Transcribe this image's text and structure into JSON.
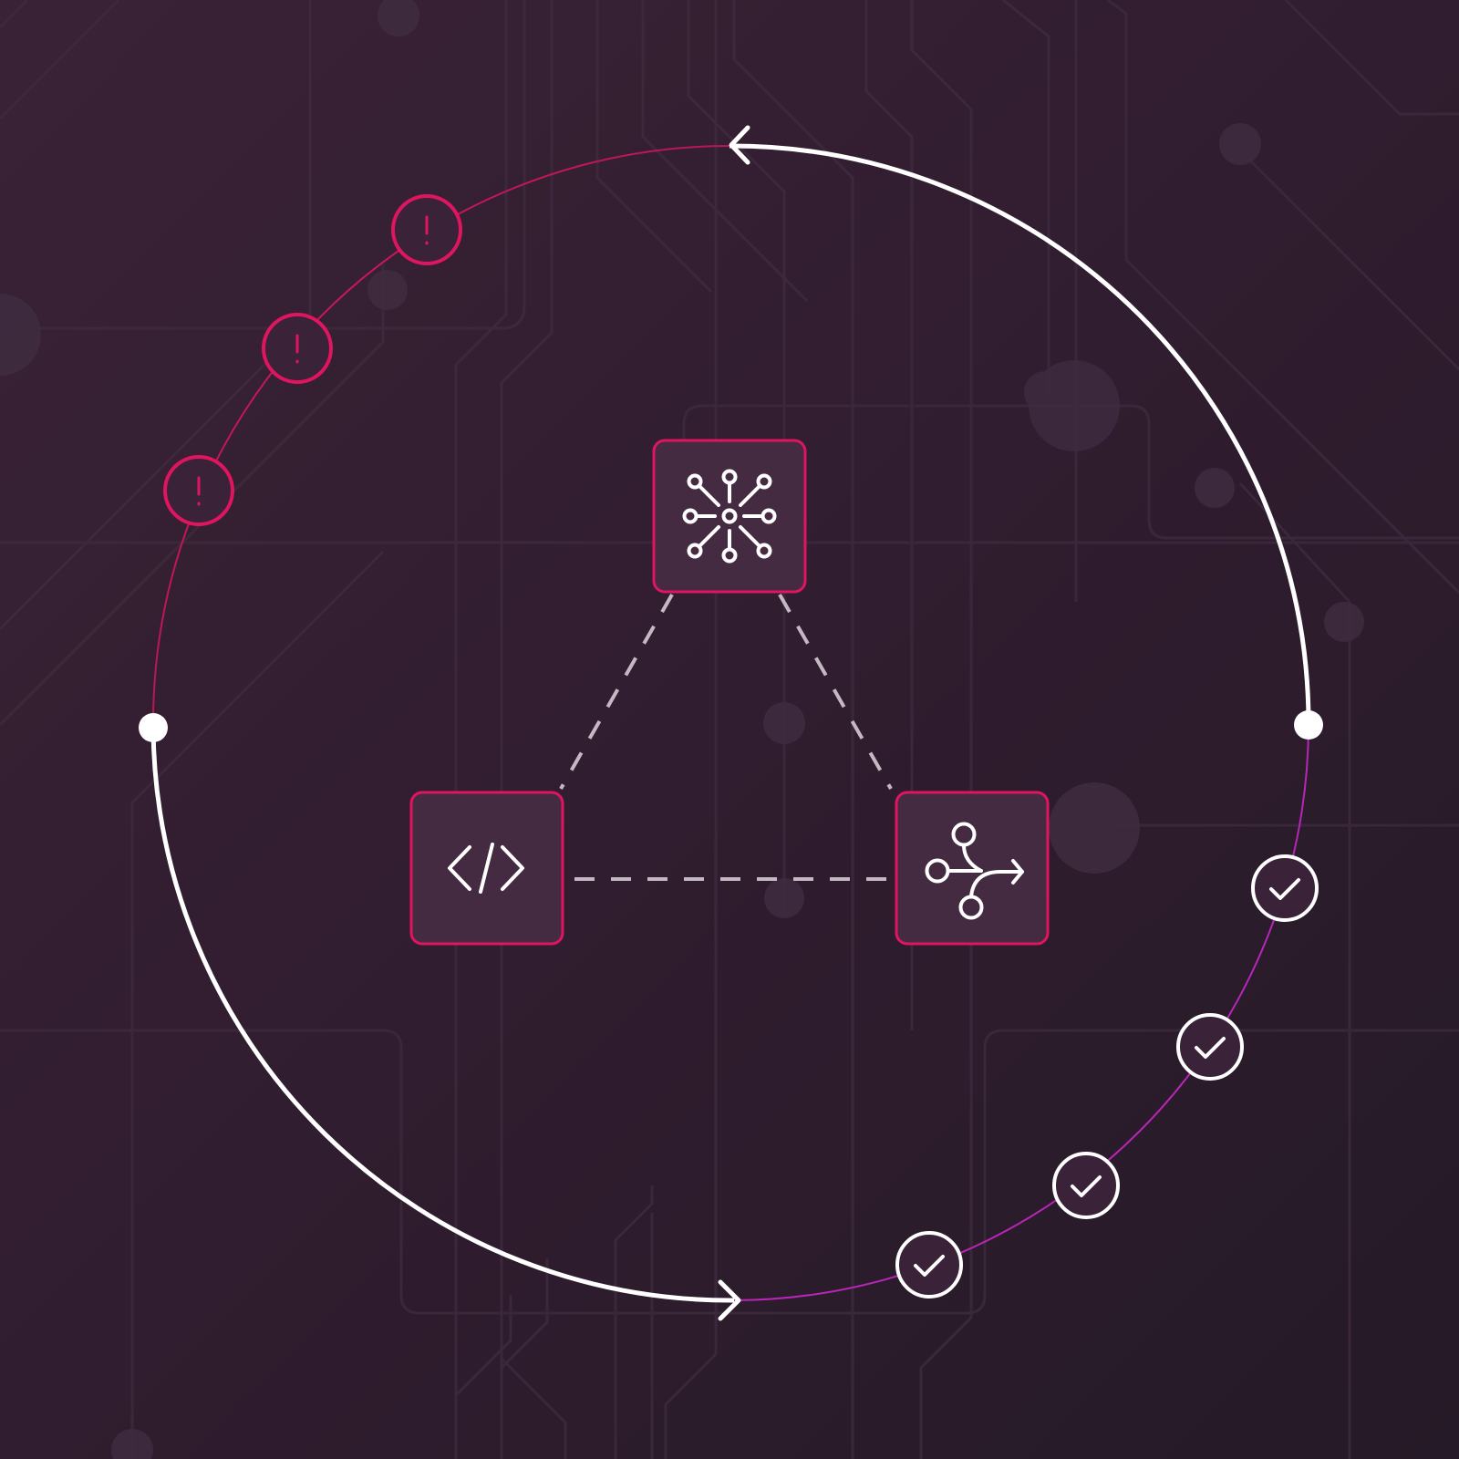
{
  "diagram": {
    "nodes": [
      {
        "id": "network",
        "icon": "network-hub-icon"
      },
      {
        "id": "code",
        "icon": "code-brackets-icon"
      },
      {
        "id": "branch",
        "icon": "git-branch-icon"
      }
    ],
    "edges": [
      {
        "from": "network",
        "to": "code",
        "style": "dashed"
      },
      {
        "from": "network",
        "to": "branch",
        "style": "dashed"
      },
      {
        "from": "code",
        "to": "branch",
        "style": "dashed"
      }
    ],
    "cycle": {
      "direction": "counter-clockwise",
      "error_markers": 3,
      "success_markers": 4
    }
  },
  "colors": {
    "background_start": "#3a2236",
    "background_end": "#251a27",
    "circuit_line": "#3d2a3d",
    "node_fill": "#452b42",
    "node_border": "#e0155f",
    "accent_magenta": "#e0155f",
    "accent_purple": "#b726b6",
    "cycle_white": "#ffffff",
    "dashed_edge": "#c4b8c2"
  },
  "icons": {
    "error_marker": "exclamation-icon",
    "success_marker": "checkmark-icon",
    "cycle_arrow": "arrowhead-icon",
    "cycle_endpoint": "endpoint-dot"
  }
}
